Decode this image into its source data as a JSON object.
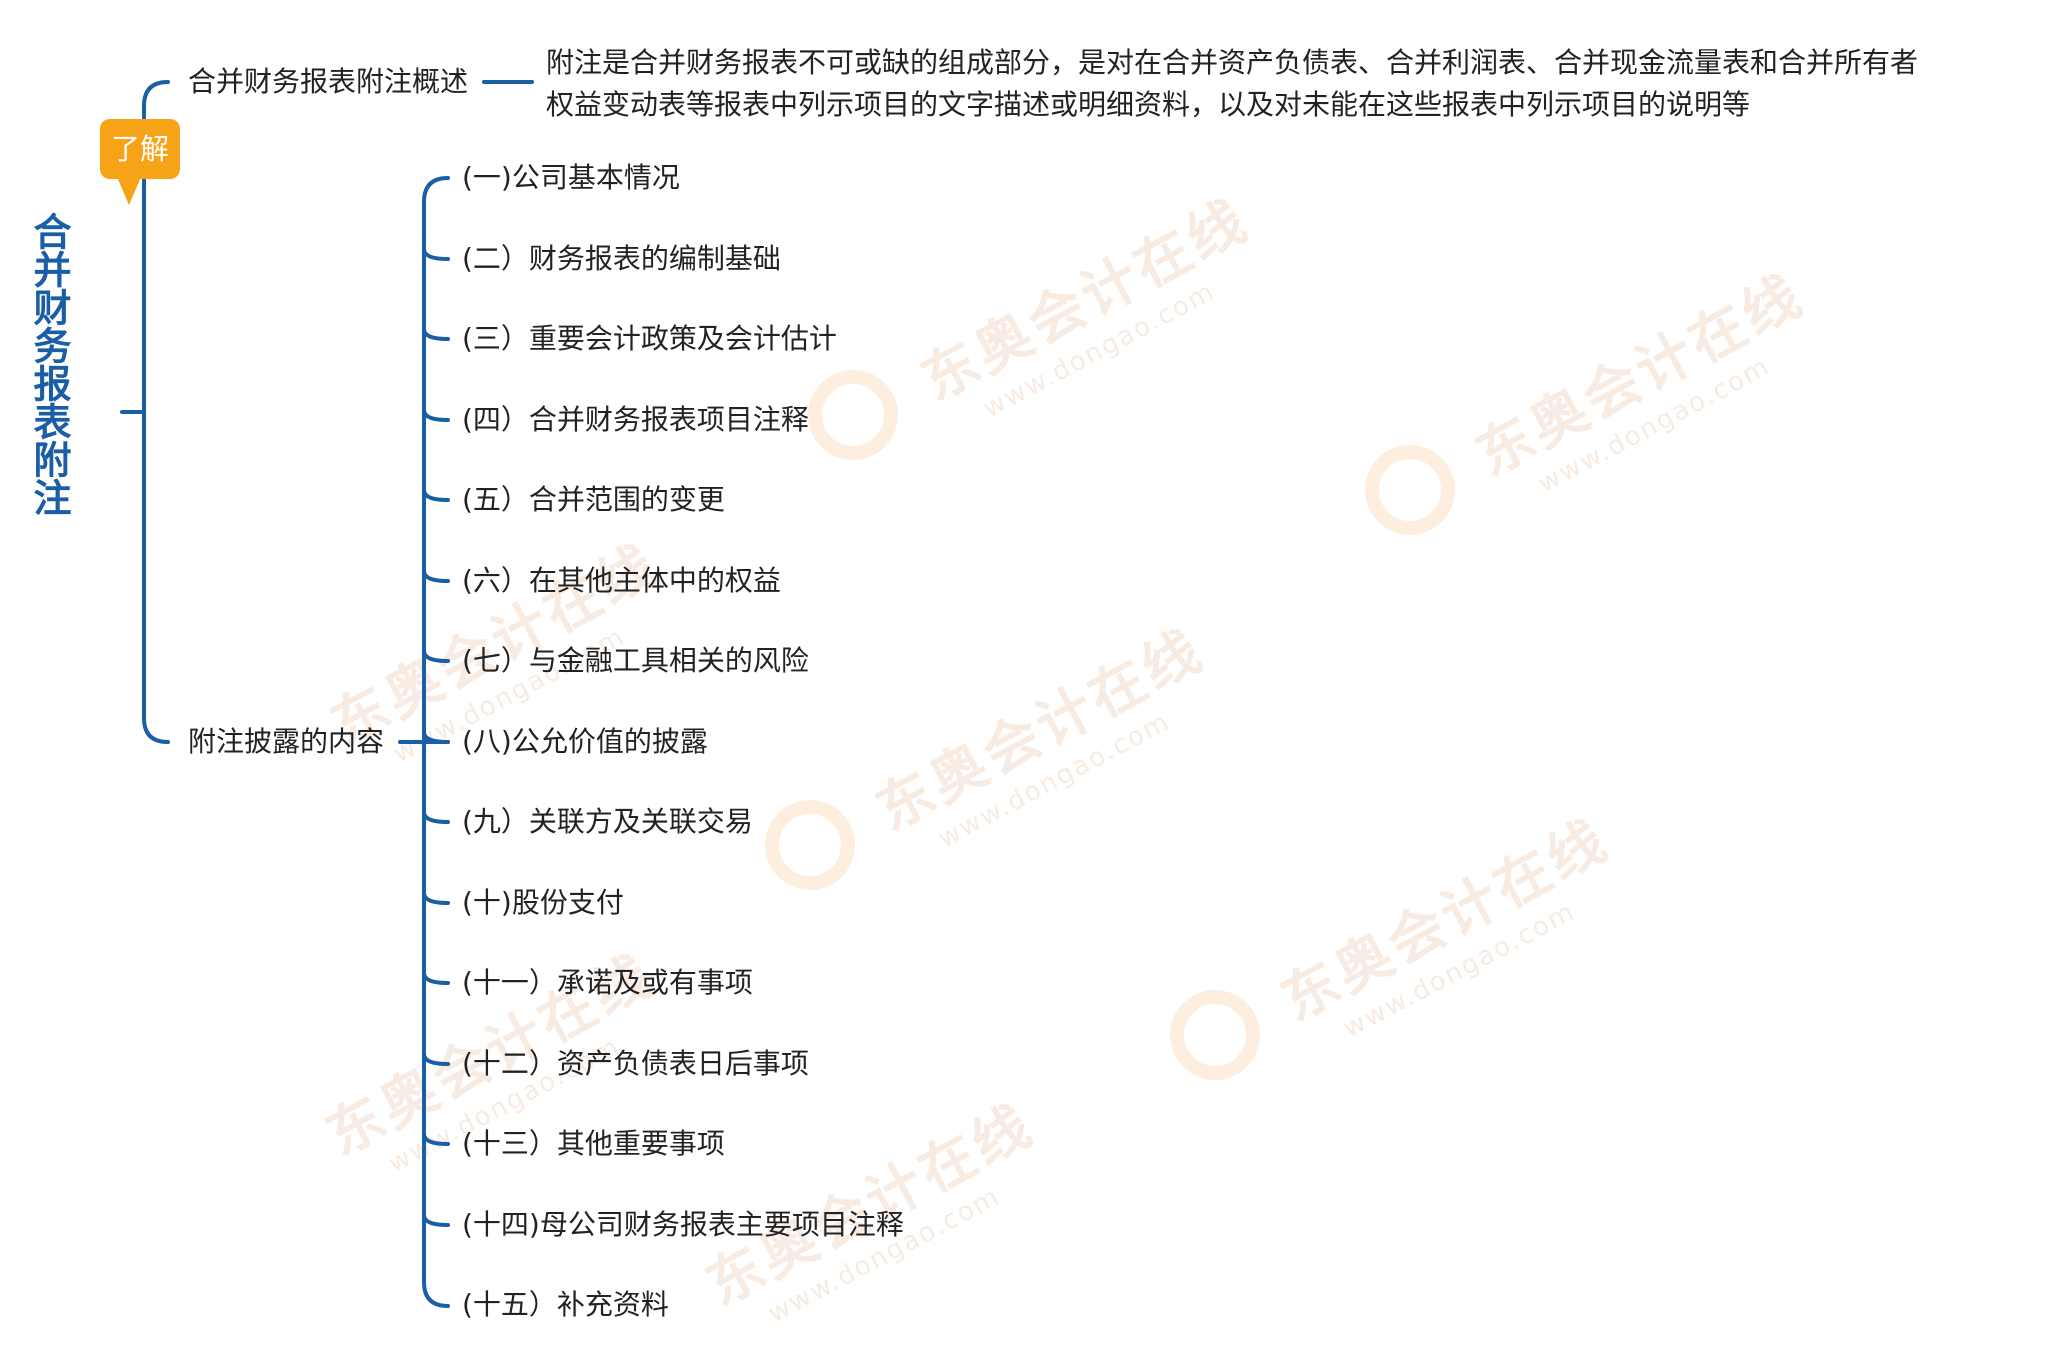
{
  "root": {
    "title": "合并财务报表附注"
  },
  "badge": {
    "label": "了解"
  },
  "branch_overview": {
    "label": "合并财务报表附注概述",
    "description": "附注是合并财务报表不可或缺的组成部分，是对在合并资产负债表、合并利润表、合并现金流量表和合并所有者权益变动表等报表中列示项目的文字描述或明细资料，以及对未能在这些报表中列示项目的说明等"
  },
  "branch_contents": {
    "label": "附注披露的内容",
    "items": [
      "(一)公司基本情况",
      "(二）财务报表的编制基础",
      "(三）重要会计政策及会计估计",
      "(四）合并财务报表项目注释",
      "(五）合并范围的变更",
      "(六）在其他主体中的权益",
      "(七）与金融工具相关的风险",
      "(八)公允价值的披露",
      "(九）关联方及关联交易",
      "(十)股份支付",
      "(十一）承诺及或有事项",
      "(十二）资产负债表日后事项",
      "(十三）其他重要事项",
      "(十四)母公司财务报表主要项目注释",
      "(十五）补充资料"
    ]
  },
  "watermark": {
    "text": "东奥会计在线",
    "url": "www.dongao.com"
  },
  "colors": {
    "line": "#1a5ea6",
    "badge": "#f7a318",
    "root_text": "#1a5ea6",
    "watermark": "#f3dccb"
  },
  "icons": {
    "badge_shape": "speech-bubble-tag"
  }
}
